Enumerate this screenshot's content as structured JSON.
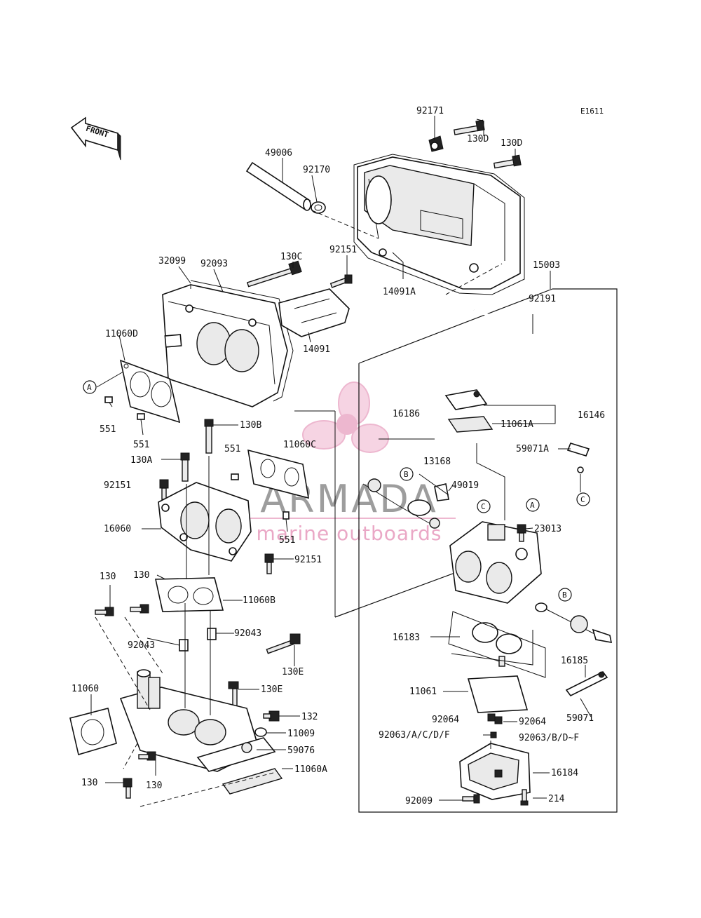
{
  "diagram_code": "E1611",
  "front_label": "FRONT",
  "watermark": {
    "brand": "ARMADA",
    "tagline": "marine outboards",
    "color": "#e8a0c0"
  },
  "callout_letters": {
    "A": "A",
    "B": "B",
    "C": "C"
  },
  "part_labels": {
    "p92171": "92171",
    "p130D_a": "130D",
    "p130D_b": "130D",
    "p49006": "49006",
    "p92170": "92170",
    "p130C": "130C",
    "p92151_top": "92151",
    "p32099": "32099",
    "p92093": "92093",
    "p14091A": "14091A",
    "p15003": "15003",
    "p92191": "92191",
    "p11060D": "11060D",
    "p14091": "14091",
    "p551_a": "551",
    "p551_b": "551",
    "p130B": "130B",
    "p551_c": "551",
    "p11060C": "11060C",
    "p16186": "16186",
    "p11061A": "11061A",
    "p16146": "16146",
    "p59071A": "59071A",
    "p130A": "130A",
    "p13168": "13168",
    "p49019": "49019",
    "p92151_mid": "92151",
    "p16060": "16060",
    "p551_d": "551",
    "p23013": "23013",
    "p92151_low": "92151",
    "p130_a": "130",
    "p130_b": "130",
    "p11060B": "11060B",
    "p92043_a": "92043",
    "p92043_b": "92043",
    "p16183": "16183",
    "p130E_a": "130E",
    "p16185": "16185",
    "p11060": "11060",
    "p130E_b": "130E",
    "p11061": "11061",
    "p59071": "59071",
    "p132": "132",
    "p92064_a": "92064",
    "p92064_b": "92064",
    "p11009": "11009",
    "p92063_l": "92063/A/C/D/F",
    "p92063_r": "92063/B/D~F",
    "p59076": "59076",
    "p130_c": "130",
    "p130_d": "130",
    "p11060A": "11060A",
    "p16184": "16184",
    "p92009": "92009",
    "p214": "214"
  }
}
